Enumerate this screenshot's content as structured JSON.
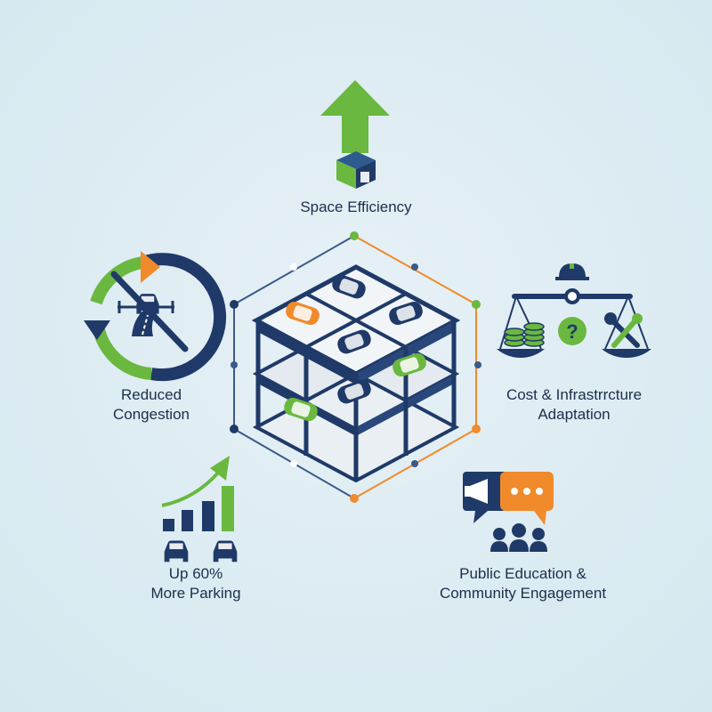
{
  "features": {
    "space": {
      "label": "Space Efficiency"
    },
    "congestion": {
      "line1": "Reduced",
      "line2": "Congestion"
    },
    "cost": {
      "line1": "Cost & Infrastrrcture",
      "line2": "Adaptation"
    },
    "parking": {
      "line1": "Up 60%",
      "line2": "More Parking"
    },
    "public": {
      "line1": "Public Education &",
      "line2": "Community Engagement"
    }
  },
  "icons": {
    "center": "multi-level-parking-structure-icon",
    "space": "arrow-up-box-icon",
    "congestion": "circular-arrows-no-traffic-icon",
    "cost": "balance-scale-icon",
    "parking": "growth-bar-chart-cars-icon",
    "public": "megaphone-chat-people-icon"
  },
  "colors": {
    "navy": "#1f3a68",
    "green": "#6ab83f",
    "orange": "#f08a2b",
    "background": "#dcebf2"
  }
}
